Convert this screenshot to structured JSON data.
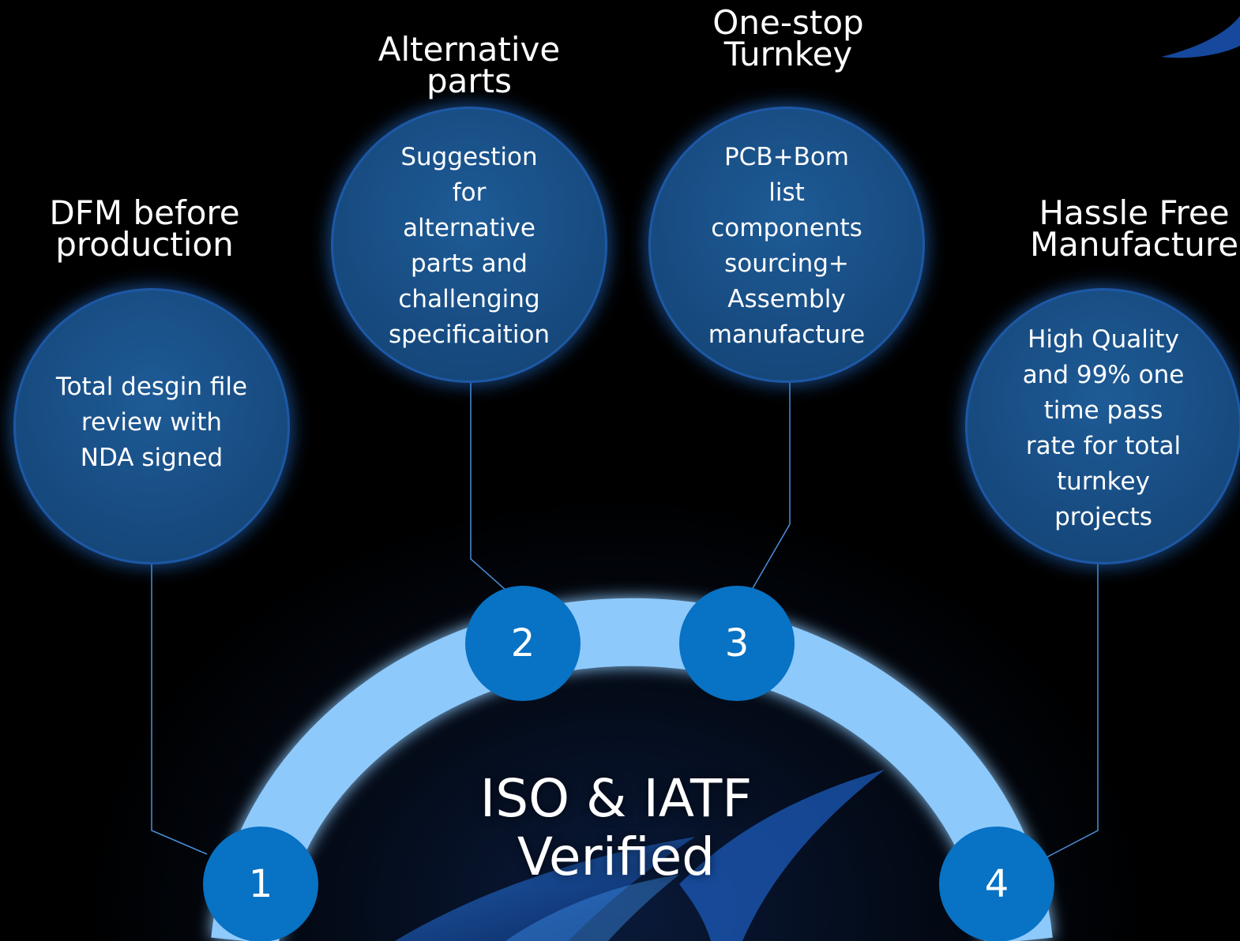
{
  "center": {
    "label": "ISO & IATF\nVerified"
  },
  "steps": [
    {
      "number": "1",
      "title": "DFM before\nproduction",
      "description": "Total desgin file\nreview with\nNDA signed"
    },
    {
      "number": "2",
      "title": "Alternative\nparts",
      "description": "Suggestion\nfor\nalternative\nparts and\nchallenging\nspecificaition"
    },
    {
      "number": "3",
      "title": "One-stop\nTurnkey",
      "description": "PCB+Bom\nlist\ncomponents\nsourcing+\nAssembly\nmanufacture"
    },
    {
      "number": "4",
      "title": "Hassle Free\nManufacture",
      "description": "High Quality\nand 99% one\ntime pass\nrate for total\nturnkey\nprojects"
    }
  ],
  "colors": {
    "background": "#000000",
    "arc": "#8ec9fb",
    "marker": "#0872c4",
    "bubble": "#174b80",
    "connector": "#4a8fdc"
  }
}
